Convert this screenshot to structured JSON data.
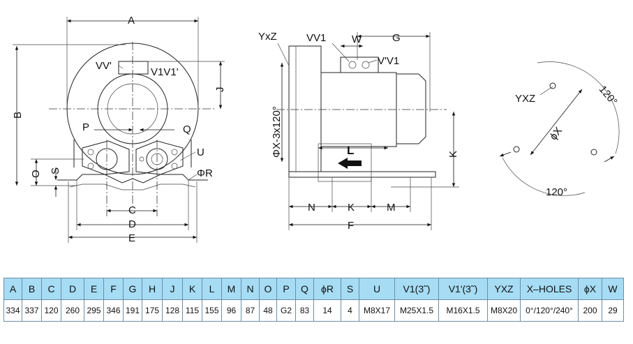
{
  "drawing": {
    "front_labels": {
      "A": "A",
      "B": "B",
      "J": "J",
      "O": "O",
      "S": "S",
      "P": "P",
      "Q": "Q",
      "U": "U",
      "R": "ΦR",
      "C": "C",
      "D": "D",
      "E": "E",
      "VV": "VV'",
      "V1V1": "V1V1'"
    },
    "side_labels": {
      "YxZ": "YxZ",
      "VV1": "VV1",
      "W": "W",
      "G": "G",
      "VprimeV1": "V'V1",
      "X": "ΦX-3x120°",
      "K": "K",
      "L": "L",
      "N": "N",
      "K2": "K",
      "M": "M",
      "F": "F"
    },
    "flange_labels": {
      "YXZ": "YXZ",
      "X": "ϕX",
      "angle1": "120°",
      "angle2": "120°"
    }
  },
  "table": {
    "headers": [
      "A",
      "B",
      "C",
      "D",
      "E",
      "F",
      "G",
      "H",
      "J",
      "K",
      "L",
      "M",
      "N",
      "O",
      "P",
      "Q",
      "ϕR",
      "S",
      "U",
      "V1(3˜)",
      "V1'(3˜)",
      "YXZ",
      "X–HOLES",
      "ϕX",
      "W"
    ],
    "values": [
      "334",
      "337",
      "120",
      "260",
      "295",
      "346",
      "191",
      "175",
      "128",
      "115",
      "155",
      "96",
      "87",
      "48",
      "G2",
      "83",
      "14",
      "4",
      "M8X17",
      "M25X1.5",
      "M16X1.5",
      "M8X20",
      "0°/120°/240°",
      "200",
      "29"
    ]
  }
}
